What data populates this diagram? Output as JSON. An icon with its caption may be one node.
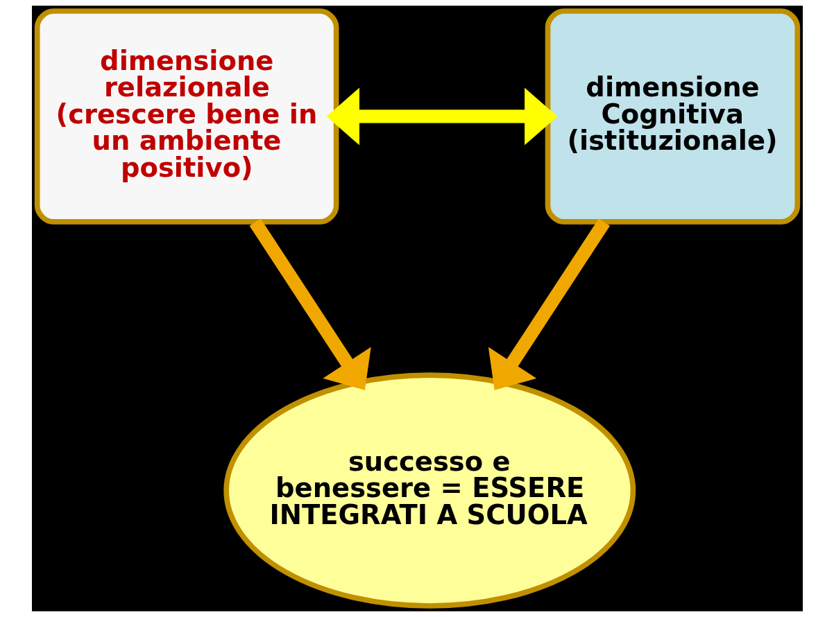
{
  "diagram": {
    "nodes": [
      {
        "text": [
          "dimensione relazionale (crescere bene in un ambiente positivo)"
        ]
      },
      {
        "text": [
          "dimensione Cognitiva (istituzionale)"
        ]
      },
      {
        "text": [
          "successo e benessere = ESSERE INTEGRATI A SCUOLA"
        ]
      }
    ],
    "edges": [
      {
        "from": 0,
        "to": 1,
        "arrow": "both",
        "color": "#ffff00"
      },
      {
        "from": 0,
        "to": 2,
        "arrow": "to"
      },
      {
        "from": 1,
        "to": 2,
        "arrow": "to"
      }
    ]
  }
}
